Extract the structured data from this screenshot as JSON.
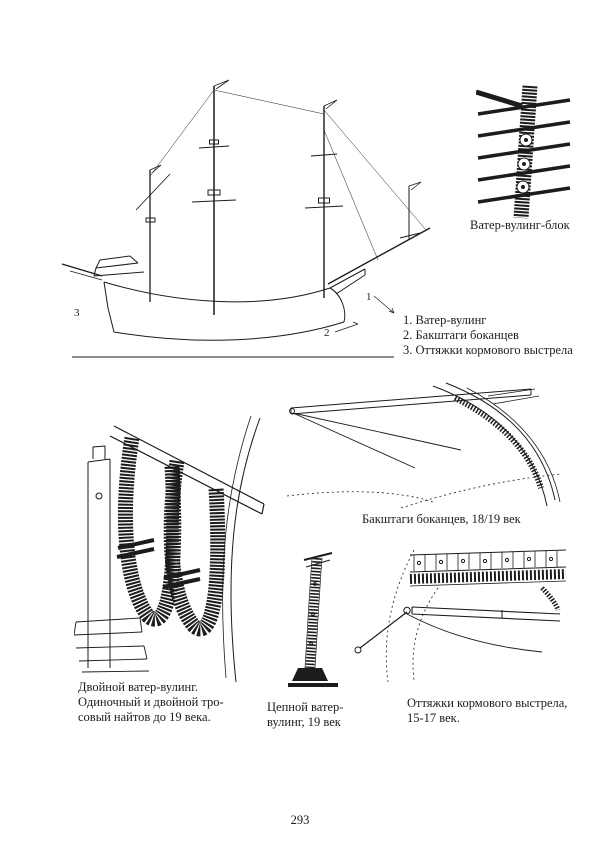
{
  "page": {
    "number": "293"
  },
  "figures": {
    "ship_profile": {
      "callouts": {
        "one": "1",
        "two": "2",
        "three": "3"
      }
    },
    "wooling_block": {
      "caption": "Ватер-вулинг-блок"
    },
    "legend": {
      "lines": [
        "1. Ватер-вулинг",
        "2. Бакштаги боканцев",
        "3. Оттяжки кормового выстрела"
      ]
    },
    "bakshtagi": {
      "caption": "Бакштаги боканцев, 18/19 век"
    },
    "double_wooling": {
      "caption_lines": [
        "Двойной ватер-вулинг.",
        "Одиночный и двойной тро-",
        "совый найтов до 19 века."
      ]
    },
    "chain_wooling": {
      "caption_lines": [
        "Цепной ватер-",
        "вулинг, 19 век"
      ]
    },
    "stern_guys": {
      "caption_lines": [
        "Оттяжки кормового выстрела,",
        "15-17 век."
      ]
    }
  }
}
